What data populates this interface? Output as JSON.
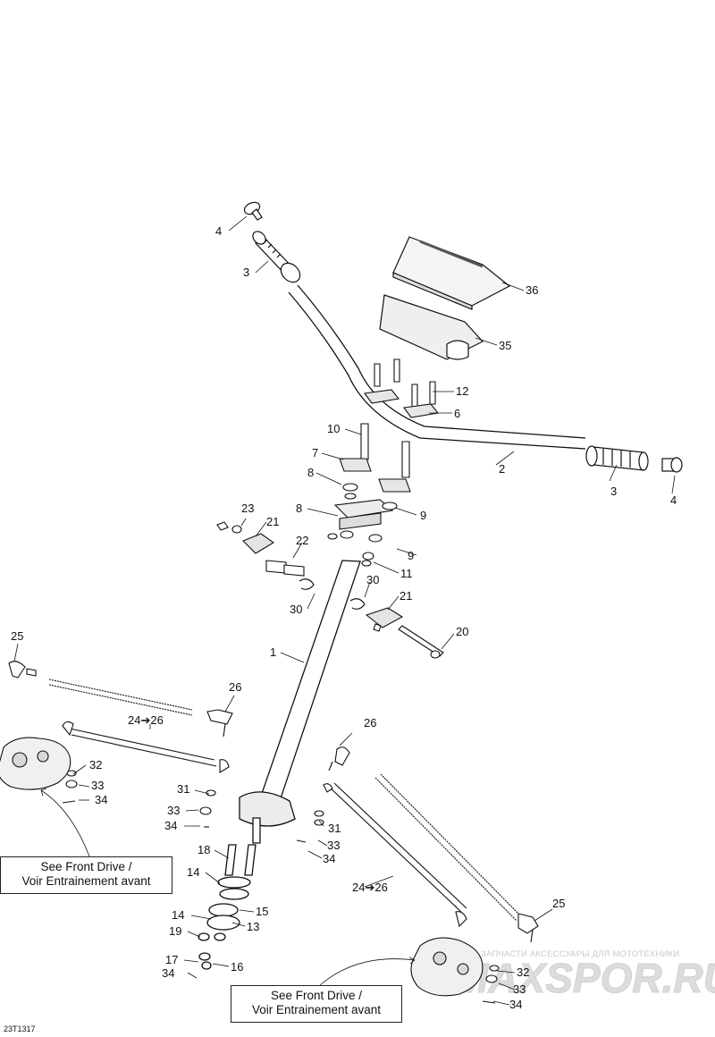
{
  "diagram_id": "23T1317",
  "watermark": {
    "tagline": "ЗАПЧАСТИ АКСЕССУАРЫ ДЛЯ МОТОТЕХНИКИ",
    "brand": "MAXSPOR.RU",
    "brand_color": "#d9dadd"
  },
  "notes": {
    "front_drive_left": {
      "line1": "See Front Drive /",
      "line2": "Voir Entrainement avant"
    },
    "front_drive_right": {
      "line1": "See Front Drive /",
      "line2": "Voir Entrainement avant"
    }
  },
  "parts": {
    "grip_cap_left": "4",
    "grip_left": "3",
    "cover_upper": "36",
    "cover_lower": "35",
    "bolt_top": "12",
    "clamp_top": "6",
    "bolt_long": "10",
    "clamp_lower": "7",
    "bushing_a": "8",
    "handlebar": "2",
    "grip_right": "3",
    "grip_cap_right": "4",
    "bushing_b": "8",
    "nut_a": "9",
    "nut_b": "9",
    "washer": "11",
    "cap_23": "23",
    "bracket_21_left": "21",
    "sleeve": "22",
    "clip_left": "30",
    "clip_right": "30",
    "bracket_21_right": "21",
    "bolt_20": "20",
    "steering_column": "1",
    "tie_rod_end_left": "25",
    "tie_rod_end_26_left": "26",
    "tie_rod_range_left": "24➔26",
    "washer_32_left": "32",
    "nut_33_left": "33",
    "cotter_34_left": "34",
    "spacer_31_mid": "31",
    "nut_33_mid": "33",
    "cotter_34_mid": "34",
    "tie_rod_end_26_right": "26",
    "spacer_31_right": "31",
    "nut_33_right": "33",
    "cotter_34_right": "34",
    "tie_rod_range_right": "24➔26",
    "tie_rod_end_right": "25",
    "washer_32_right": "32",
    "nut_33_right_low": "33",
    "cotter_34_right_low": "34",
    "bolt_18": "18",
    "plate_14_upper": "14",
    "seal_15": "15",
    "plate_14_lower": "14",
    "bearing_13": "13",
    "nut_19": "19",
    "nut_17": "17",
    "washer_16": "16",
    "cotter_34_low": "34"
  }
}
